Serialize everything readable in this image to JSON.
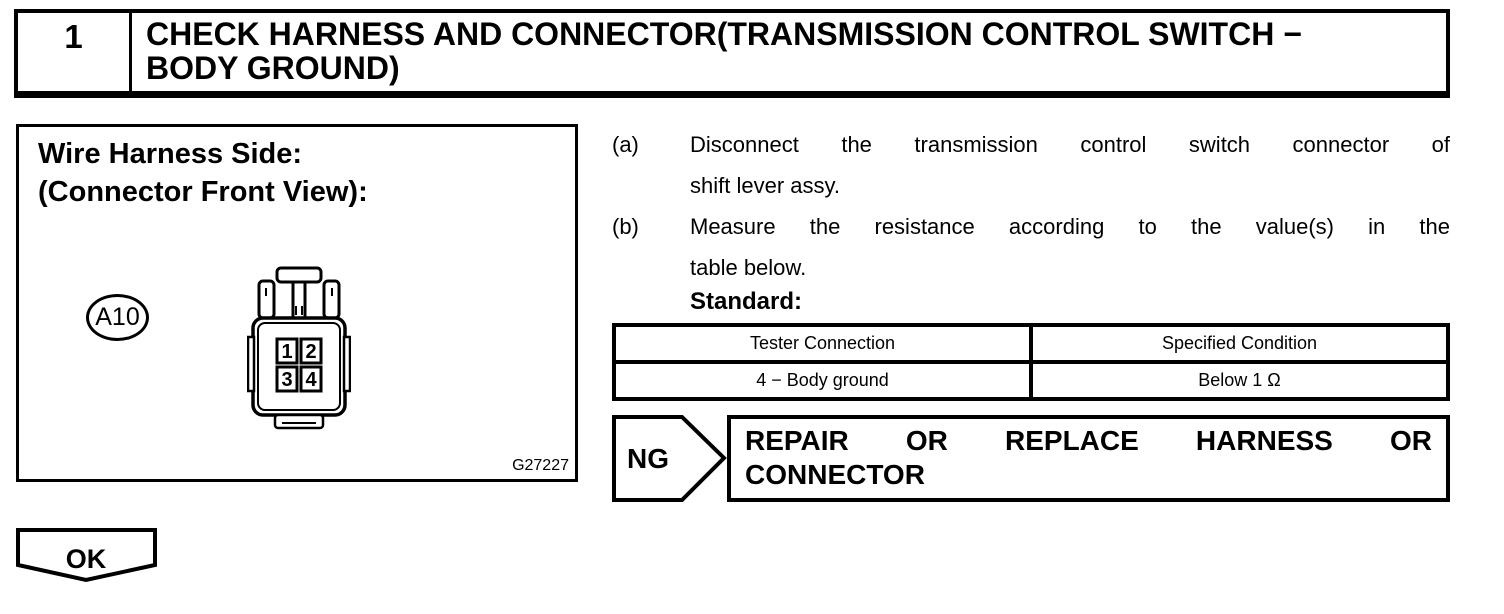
{
  "header": {
    "step_number": "1",
    "title_lines": [
      "CHECK HARNESS AND CONNECTOR(TRANSMISSION CONTROL SWITCH −",
      "BODY GROUND)"
    ]
  },
  "figure": {
    "caption_lines": [
      "Wire Harness Side:",
      "(Connector Front View):"
    ],
    "connector_label": "A10",
    "pin_labels": [
      "1",
      "2",
      "3",
      "4"
    ],
    "figure_code": "G27227"
  },
  "instructions": [
    {
      "label": "(a)",
      "lines": [
        "Disconnect the transmission control switch connector of",
        "shift lever assy."
      ]
    },
    {
      "label": "(b)",
      "lines": [
        "Measure the resistance according to the value(s) in the",
        "table below."
      ]
    }
  ],
  "standard_label": "Standard:",
  "spec_table": {
    "headers": [
      "Tester Connection",
      "Specified Condition"
    ],
    "rows": [
      {
        "tester_connection": "4 − Body ground",
        "specified_condition": "Below 1 Ω"
      }
    ]
  },
  "ng_branch": {
    "label": "NG",
    "action_lines": [
      "REPAIR OR REPLACE HARNESS OR",
      "CONNECTOR"
    ]
  },
  "ok_branch": {
    "label": "OK"
  },
  "colors": {
    "ink": "#000000",
    "paper": "#ffffff"
  }
}
